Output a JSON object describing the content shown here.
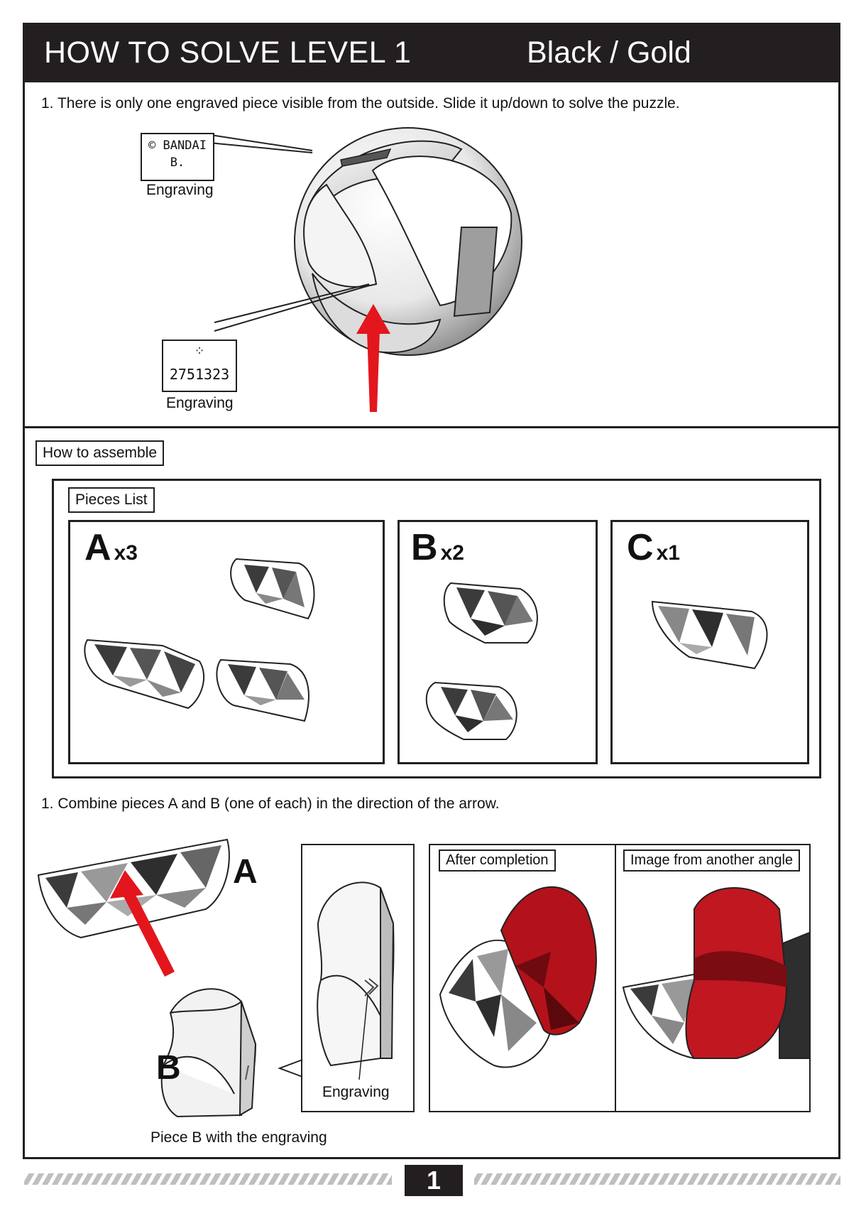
{
  "header": {
    "title": "HOW TO SOLVE LEVEL 1",
    "color_variant": "Black / Gold"
  },
  "step_solve": {
    "text": "1. There is only one engraved piece visible from the outside. Slide it up/down to solve the puzzle.",
    "engraving_top": {
      "line1": "© BANDAI",
      "line2": "B.",
      "caption": "Engraving"
    },
    "engraving_bottom": {
      "symbol": "⁘",
      "code": "2751323",
      "caption": "Engraving"
    }
  },
  "assemble": {
    "label": "How to assemble",
    "pieces_list_label": "Pieces List",
    "pieces": [
      {
        "letter": "A",
        "count": "x3"
      },
      {
        "letter": "B",
        "count": "x2"
      },
      {
        "letter": "C",
        "count": "x1"
      }
    ],
    "step1_text": "1. Combine pieces A and B (one of each) in the direction of the arrow.",
    "label_a": "A",
    "label_b": "B",
    "engraving_caption": "Engraving",
    "piece_b_caption": "Piece B with the engraving",
    "after_completion": "After completion",
    "another_angle": "Image from another angle"
  },
  "colors": {
    "header_bg": "#231f20",
    "arrow": "#e3161d",
    "piece_red": "#b3121a",
    "piece_dark": "#3a3a3a"
  },
  "page_number": "1"
}
